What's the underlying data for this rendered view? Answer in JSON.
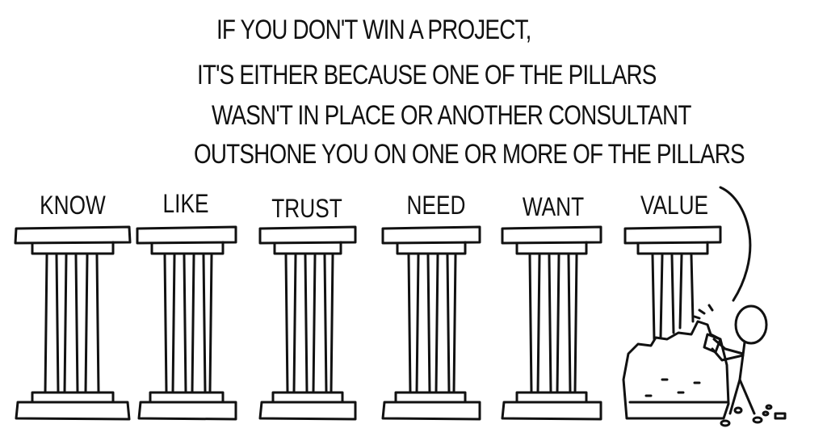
{
  "caption": {
    "lines": [
      "IF YOU DON'T WIN A PROJECT,",
      "IT'S EITHER BECAUSE ONE OF THE PILLARS",
      "WASN'T IN PLACE OR ANOTHER CONSULTANT",
      "OUTSHONE YOU ON ONE OR MORE OF THE PILLARS"
    ]
  },
  "pillars": [
    {
      "label": "KNOW",
      "state": "standing"
    },
    {
      "label": "LIKE",
      "state": "standing"
    },
    {
      "label": "TRUST",
      "state": "standing"
    },
    {
      "label": "NEED",
      "state": "standing"
    },
    {
      "label": "WANT",
      "state": "standing"
    },
    {
      "label": "VALUE",
      "state": "broken"
    }
  ],
  "style": {
    "ink": "#111111",
    "background": "#ffffff"
  }
}
